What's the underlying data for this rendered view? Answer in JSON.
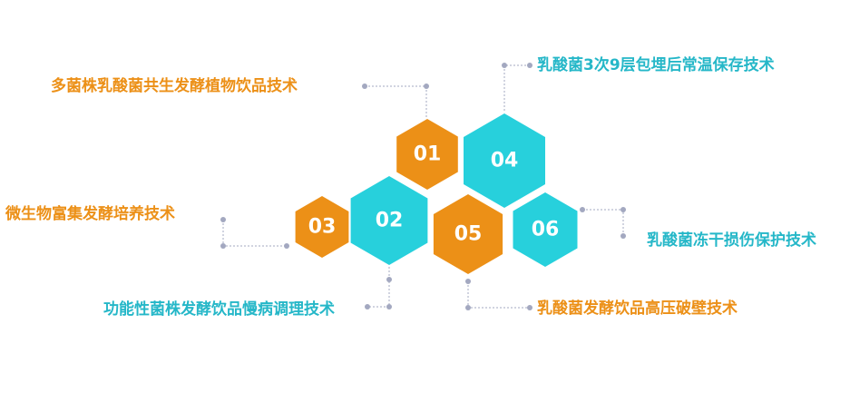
{
  "colors": {
    "orange": "#ec9017",
    "cyan": "#27d0dc",
    "connector": "#a3a8c0"
  },
  "hexagons": [
    {
      "num": "01",
      "color": "orange"
    },
    {
      "num": "02",
      "color": "cyan"
    },
    {
      "num": "03",
      "color": "orange"
    },
    {
      "num": "04",
      "color": "cyan"
    },
    {
      "num": "05",
      "color": "orange"
    },
    {
      "num": "06",
      "color": "cyan"
    }
  ],
  "labels": {
    "l01": "多菌株乳酸菌共生发酵植物饮品技术",
    "l02": "功能性菌株发酵饮品慢病调理技术",
    "l03": "微生物富集发酵培养技术",
    "l04": "乳酸菌3次9层包埋后常温保存技术",
    "l05": "乳酸菌发酵饮品高压破壁技术",
    "l06": "乳酸菌冻干损伤保护技术"
  }
}
